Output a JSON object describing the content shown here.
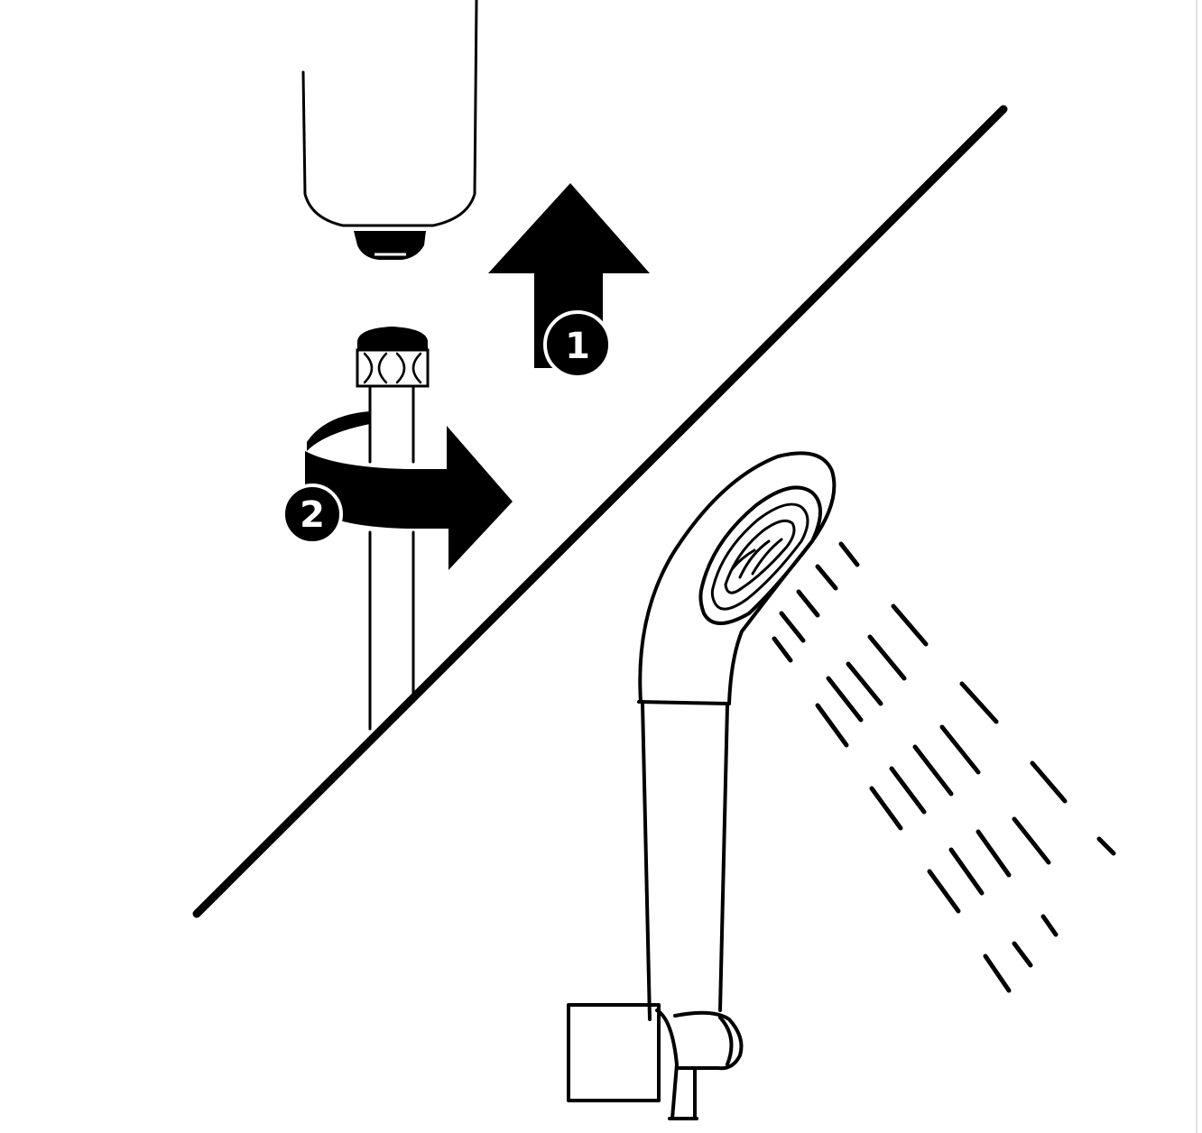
{
  "diagram": {
    "description_type": "installation-instructions",
    "steps": [
      {
        "number": "1",
        "action": "lift-up",
        "icon": "arrow-up-icon"
      },
      {
        "number": "2",
        "action": "rotate",
        "icon": "rotate-arrow-icon"
      }
    ],
    "colors": {
      "ink": "#000000",
      "background": "#ffffff"
    }
  }
}
